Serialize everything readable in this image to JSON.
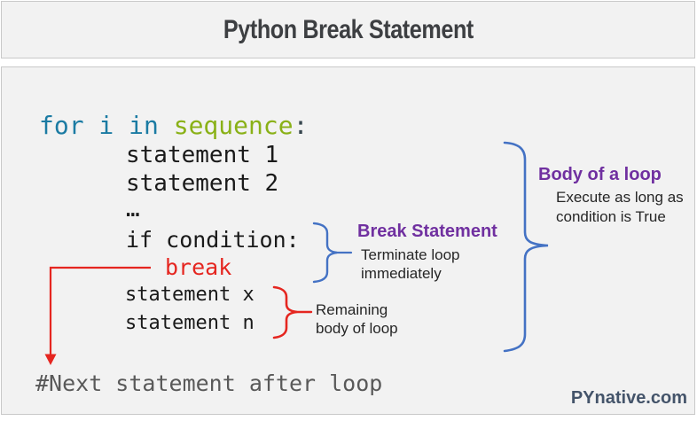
{
  "header": {
    "title": "Python Break Statement"
  },
  "code": {
    "for_line": {
      "keywords": "for i in ",
      "sequence": "sequence",
      "colon": ":"
    },
    "statement1": "statement 1",
    "statement2": "statement 2",
    "ellipsis": "…",
    "if_line": "if condition:",
    "break_kw": "break",
    "statement_x": "statement x",
    "statement_n": "statement n",
    "after_loop": "#Next statement after loop"
  },
  "annotations": {
    "break_statement": {
      "title": "Break Statement",
      "desc": "Terminate loop\nimmediately"
    },
    "remaining": {
      "label": "Remaining\nbody of loop"
    },
    "body_of_loop": {
      "title": "Body of a loop",
      "desc": "Execute as long as\ncondition is True"
    }
  },
  "watermark": "PYnative.com",
  "colors": {
    "box_fill": "#f2f2f2",
    "box_border": "#c9c9c9",
    "keyword_blue": "#1b7ba3",
    "sequence_green": "#8ab117",
    "colon_slate": "#37474f",
    "break_red": "#e52620",
    "annotation_purple": "#7030a0",
    "brace_blue": "#4472c4",
    "comment_gray": "#595959",
    "watermark_slate": "#44546a"
  }
}
